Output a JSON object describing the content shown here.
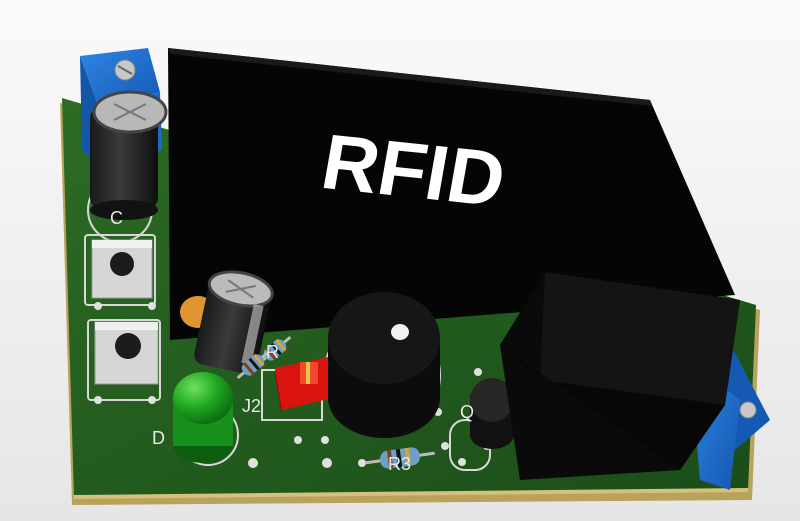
{
  "module": {
    "label": "RFID"
  },
  "silkscreen": {
    "c": "C",
    "j2": "J2",
    "r3": "R3",
    "d": "D",
    "r_a": "R",
    "q": "Q"
  },
  "colors": {
    "pcb": "#1f5a1c",
    "pcb_edge": "#c8b46a",
    "terminal_blue": "#1b6fd1",
    "module_black": "#050505",
    "led_green": "#19a31c",
    "jumper_red": "#d9140f"
  }
}
